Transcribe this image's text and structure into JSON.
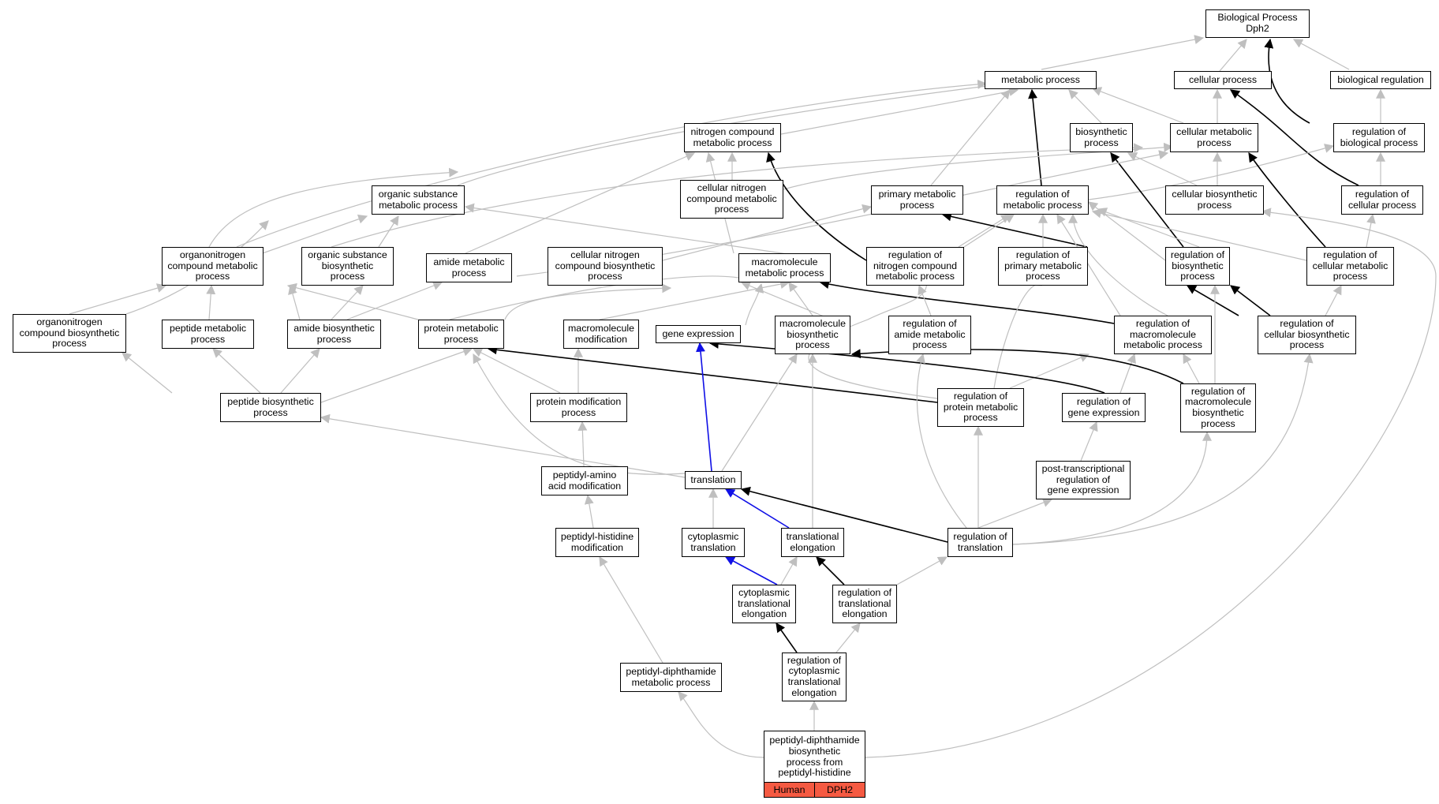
{
  "colors": {
    "edge_default": "#bfbfbf",
    "edge_black": "#000000",
    "edge_blue": "#1010e6",
    "species_fill": "#f55a42"
  },
  "root": {
    "line1": "Biological Process",
    "line2": "Dph2"
  },
  "nodes": {
    "metabolic": "metabolic process",
    "cellular": "cellular process",
    "bioreg": "biological regulation",
    "nitrogen": "nitrogen compound\nmetabolic process",
    "biosynthetic": "biosynthetic\nprocess",
    "cellmetab": "cellular metabolic\nprocess",
    "regbio": "regulation of\nbiological process",
    "orgsubst": "organic substance\nmetabolic process",
    "cellnitro": "cellular nitrogen\ncompound metabolic\nprocess",
    "primary": "primary metabolic\nprocess",
    "regmetab": "regulation of\nmetabolic process",
    "cellbiosyn": "cellular biosynthetic\nprocess",
    "regcell": "regulation of\ncellular process",
    "organonitro": "organonitrogen\ncompound metabolic\nprocess",
    "orgsubstbio": "organic substance\nbiosynthetic\nprocess",
    "amide": "amide metabolic\nprocess",
    "cellnitrobio": "cellular nitrogen\ncompound biosynthetic\nprocess",
    "macro": "macromolecule\nmetabolic process",
    "regnitro": "regulation of\nnitrogen compound\nmetabolic process",
    "regprimary": "regulation of\nprimary metabolic\nprocess",
    "regbiosyn": "regulation of\nbiosynthetic\nprocess",
    "regcellmetab": "regulation of\ncellular metabolic\nprocess",
    "organonitrobio": "organonitrogen\ncompound biosynthetic\nprocess",
    "peptide": "peptide metabolic\nprocess",
    "amidebio": "amide biosynthetic\nprocess",
    "protein": "protein metabolic\nprocess",
    "macromod": "macromolecule\nmodification",
    "geneexpr": "gene expression",
    "macrobio": "macromolecule\nbiosynthetic\nprocess",
    "regamide": "regulation of\namide metabolic\nprocess",
    "regmacro": "regulation of\nmacromolecule\nmetabolic process",
    "regcellbio": "regulation of\ncellular biosynthetic\nprocess",
    "peptidebio": "peptide biosynthetic\nprocess",
    "proteinmod": "protein modification\nprocess",
    "regprotein": "regulation of\nprotein metabolic\nprocess",
    "reggene": "regulation of\ngene expression",
    "regmacrobio": "regulation of\nmacromolecule\nbiosynthetic\nprocess",
    "peptidylamino": "peptidyl-amino\nacid modification",
    "translation": "translation",
    "posttrans": "post-transcriptional\nregulation of\ngene expression",
    "peptidylhis": "peptidyl-histidine\nmodification",
    "cytotrans": "cytoplasmic\ntranslation",
    "transelong": "translational\nelongation",
    "regtrans": "regulation of\ntranslation",
    "cytoelong": "cytoplasmic\ntranslational\nelongation",
    "regtranselong": "regulation of\ntranslational\nelongation",
    "diphthmetab": "peptidyl-diphthamide\nmetabolic process",
    "regcytoelong": "regulation of\ncytoplasmic\ntranslational\nelongation"
  },
  "term": {
    "label": "peptidyl-diphthamide\nbiosynthetic\nprocess from\npeptidyl-histidine",
    "species": "Human",
    "gene": "DPH2"
  }
}
